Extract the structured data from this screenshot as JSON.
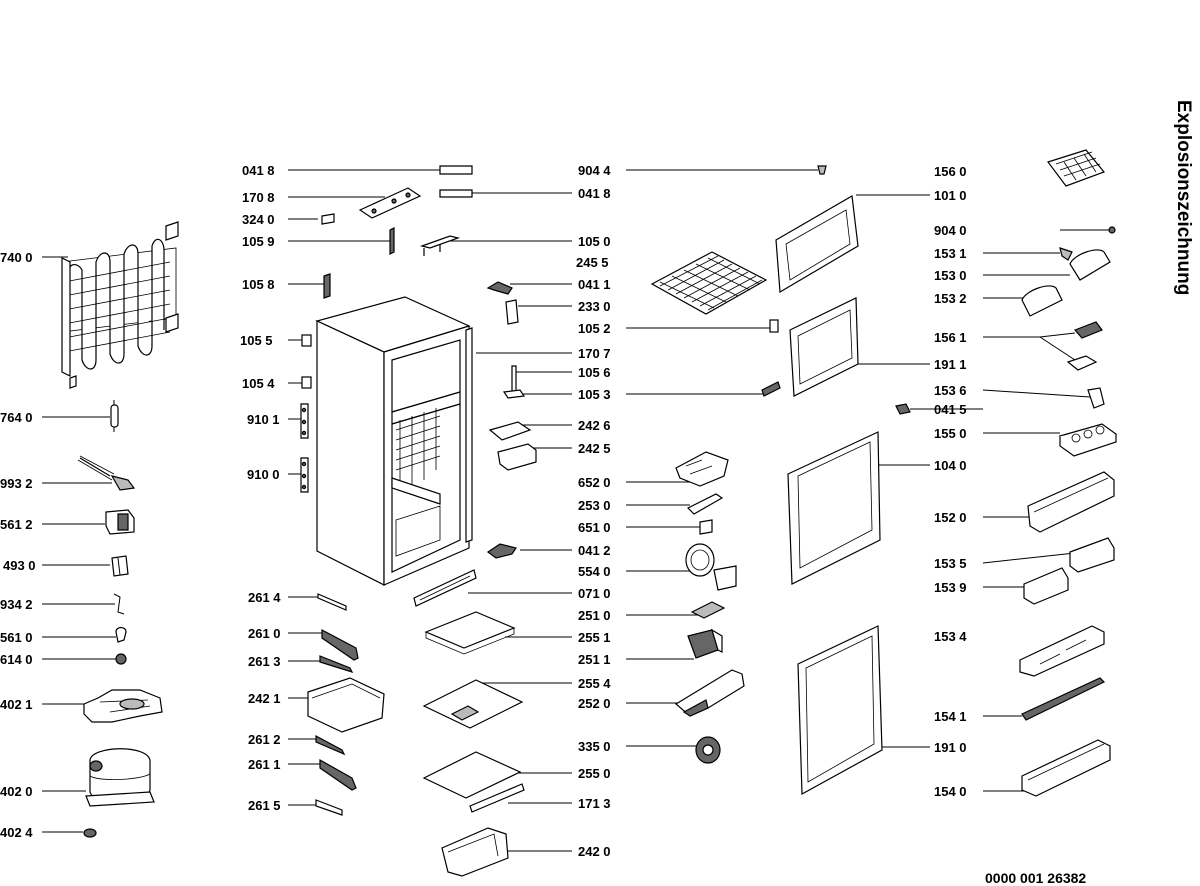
{
  "title": "Explosionszeichnung",
  "reference": "0000 001 26382",
  "labels": {
    "l0418": "041 8",
    "l1708": "170 8",
    "l3240": "324 0",
    "l1059": "105 9",
    "l1058": "105 8",
    "l1055": "105 5",
    "l1054": "105 4",
    "l9101": "910 1",
    "l9100": "910 0",
    "l2614": "261 4",
    "l2610": "261 0",
    "l2613": "261 3",
    "l2421": "242 1",
    "l2612": "261 2",
    "l2611": "261 1",
    "l2615": "261 5",
    "l7400": "740 0",
    "l7640": "764 0",
    "l9932": "993 2",
    "l5612": "561 2",
    "l4930": "493 0",
    "l9342": "934 2",
    "l5610": "561 0",
    "l6140": "614 0",
    "l4021": "402 1",
    "l4020": "402 0",
    "l4024": "402 4",
    "r0418": "041 8",
    "r1050": "105 0",
    "r2455": "245 5",
    "r0411": "041 1",
    "r2330": "233 0",
    "r1707": "170 7",
    "r1056": "105 6",
    "r2426": "242 6",
    "r2425": "242 5",
    "r0412": "041 2",
    "r0710": "071 0",
    "r2551": "255 1",
    "r2554": "255 4",
    "r2550": "255 0",
    "r1713": "171 3",
    "r2420": "242 0",
    "c9044": "904 4",
    "c1052": "105 2",
    "c1053": "105 3",
    "c6520": "652 0",
    "c2530": "253 0",
    "c6510": "651 0",
    "c5540": "554 0",
    "c2510": "251 0",
    "c2511": "251 1",
    "c2520": "252 0",
    "c3350": "335 0",
    "d1010": "101 0",
    "d1911": "191 1",
    "d1040": "104 0",
    "d1910": "191 0",
    "s9040": "904 0",
    "s0415": "041 5",
    "e1560": "156 0",
    "e1531": "153 1",
    "e1530": "153 0",
    "e1532": "153 2",
    "e1561": "156 1",
    "e1536": "153 6",
    "e1550": "155 0",
    "e1520": "152 0",
    "e1535": "153 5",
    "e1539": "153 9",
    "e1534": "153 4",
    "e1541": "154 1",
    "e1540": "154 0"
  }
}
